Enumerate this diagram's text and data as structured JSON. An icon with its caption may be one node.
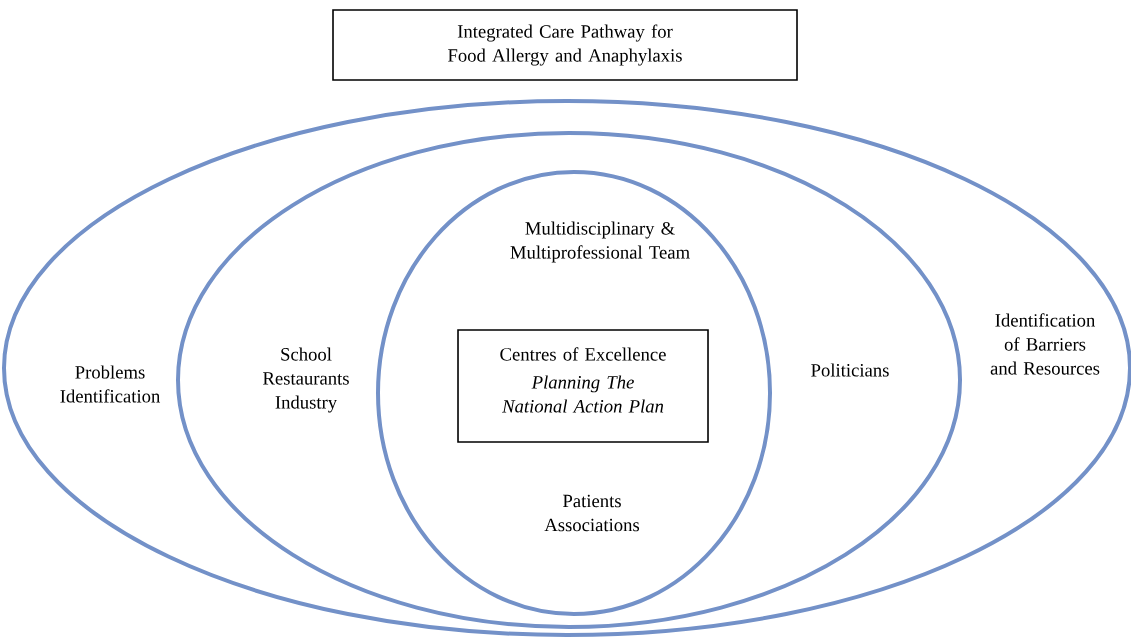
{
  "diagram": {
    "nodes": [
      {
        "text": [
          "Integrated Care Pathway for Food Allergy and Anaphylaxis"
        ]
      },
      {
        "text": [
          "Problems Identification",
          "Identification of Barriers and Resources"
        ]
      },
      {
        "text": [
          "School Restaurants Industry",
          "Politicians"
        ],
        "in": 1
      },
      {
        "text": [
          "Multidisciplinary & Multiprofessional Team",
          "Patients Associations"
        ],
        "in": 2
      },
      {
        "text": [
          "Centres of Excellence",
          "Planning The National Action Plan"
        ],
        "in": 3
      }
    ]
  }
}
